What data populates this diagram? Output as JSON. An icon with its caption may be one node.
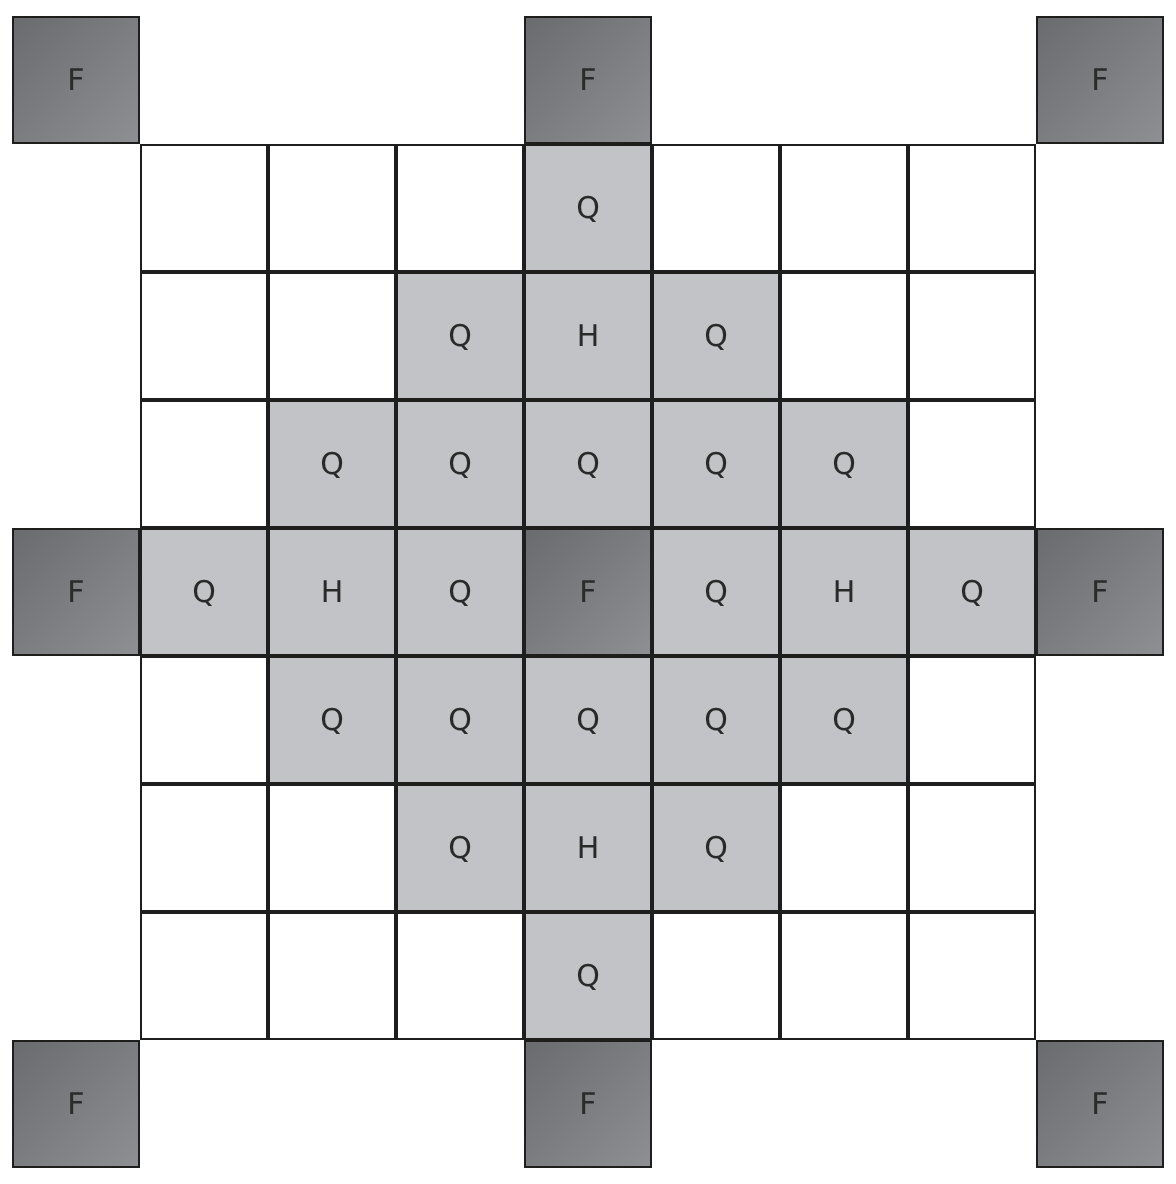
{
  "diagram": {
    "nodes": [
      {
        "text": [
          "F"
        ]
      },
      {
        "text": [
          "F"
        ]
      },
      {
        "text": [
          "F"
        ]
      },
      {
        "text": [],
        "shape": "box"
      },
      {
        "text": [],
        "shape": "box"
      },
      {
        "text": [],
        "shape": "box"
      },
      {
        "text": [
          "Q"
        ]
      },
      {
        "text": [],
        "shape": "box"
      },
      {
        "text": [],
        "shape": "box"
      },
      {
        "text": [],
        "shape": "box"
      },
      {
        "text": [],
        "shape": "box"
      },
      {
        "text": [],
        "shape": "box"
      },
      {
        "text": [
          "Q"
        ]
      },
      {
        "text": [
          "H"
        ]
      },
      {
        "text": [
          "Q"
        ]
      },
      {
        "text": [],
        "shape": "box"
      },
      {
        "text": [],
        "shape": "box"
      },
      {
        "text": [],
        "shape": "box"
      },
      {
        "text": [
          "Q"
        ]
      },
      {
        "text": [
          "Q"
        ]
      },
      {
        "text": [
          "Q"
        ]
      },
      {
        "text": [
          "Q"
        ]
      },
      {
        "text": [
          "Q"
        ]
      },
      {
        "text": [],
        "shape": "box"
      },
      {
        "text": [
          "F"
        ]
      },
      {
        "text": [
          "Q"
        ]
      },
      {
        "text": [
          "H"
        ]
      },
      {
        "text": [
          "Q"
        ]
      },
      {
        "text": [
          "F"
        ]
      },
      {
        "text": [
          "Q"
        ]
      },
      {
        "text": [
          "H"
        ]
      },
      {
        "text": [
          "Q"
        ]
      },
      {
        "text": [
          "F"
        ]
      },
      {
        "text": [],
        "shape": "box"
      },
      {
        "text": [
          "Q"
        ]
      },
      {
        "text": [
          "Q"
        ]
      },
      {
        "text": [
          "Q"
        ]
      },
      {
        "text": [
          "Q"
        ]
      },
      {
        "text": [
          "Q"
        ]
      },
      {
        "text": [],
        "shape": "box"
      },
      {
        "text": [],
        "shape": "box"
      },
      {
        "text": [],
        "shape": "box"
      },
      {
        "text": [
          "Q"
        ]
      },
      {
        "text": [
          "H"
        ]
      },
      {
        "text": [
          "Q"
        ]
      },
      {
        "text": [],
        "shape": "box"
      },
      {
        "text": [],
        "shape": "box"
      },
      {
        "text": [],
        "shape": "box"
      },
      {
        "text": [],
        "shape": "box"
      },
      {
        "text": [],
        "shape": "box"
      },
      {
        "text": [
          "Q"
        ]
      },
      {
        "text": [],
        "shape": "box"
      },
      {
        "text": [],
        "shape": "box"
      },
      {
        "text": [],
        "shape": "box"
      },
      {
        "text": [
          "F"
        ]
      },
      {
        "text": [
          "F"
        ]
      },
      {
        "text": [
          "F"
        ]
      }
    ]
  }
}
